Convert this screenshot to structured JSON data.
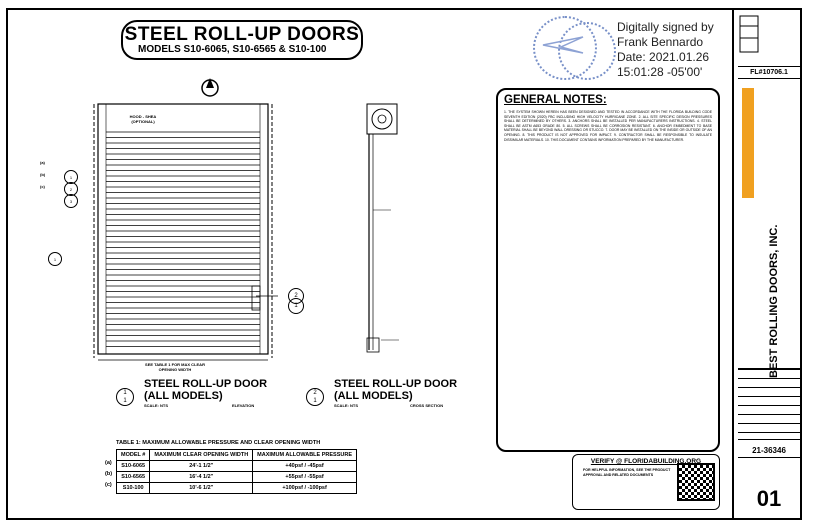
{
  "header": {
    "title": "STEEL ROLL-UP DOORS",
    "subtitle": "MODELS S10-6065, S10-6565 & S10-100"
  },
  "signature": {
    "line1": "Digitally signed by",
    "line2": "Frank Bennardo",
    "line3": "Date: 2021.01.26",
    "line4": "15:01:28 -05'00'"
  },
  "general_notes": {
    "heading": "GENERAL NOTES:",
    "body": "1. THE SYSTEM SHOWN HEREIN HAS BEEN DESIGNED AND TESTED IN ACCORDANCE WITH THE FLORIDA BUILDING CODE SEVENTH EDITION (2020) FBC INCLUDING HIGH VELOCITY HURRICANE ZONE. 2. ALL SITE SPECIFIC DESIGN PRESSURES SHALL BE DETERMINED BY OTHERS. 3. ANCHORS SHALL BE INSTALLED PER MANUFACTURERS INSTRUCTIONS. 4. STEEL SHALL BE ASTM A653 GRADE 80. 5. ALL SCREWS SHALL BE CORROSION RESISTANT. 6. ANCHOR EMBEDMENT TO BASE MATERIAL SHALL BE BEYOND WALL DRESSING OR STUCCO. 7. DOOR MAY BE INSTALLED ON THE INSIDE OR OUTSIDE OF AN OPENING. 8. THIS PRODUCT IS NOT APPROVED FOR IMPACT. 9. CONTRACTOR SHALL BE RESPONSIBLE TO INSULATE DISSIMILAR MATERIALS. 10. THIS DOCUMENT CONTAINS INFORMATION PREPARED BY THE MANUFACTURER."
  },
  "verify": {
    "heading": "VERIFY @ FLORIDABUILDING.ORG",
    "text": "FOR HELPFUL INFORMATION, SEE THE PRODUCT APPROVAL AND RELATED DOCUMENTS"
  },
  "title_block": {
    "fl_number": "FL#10706.1",
    "company": "BEST ROLLING DOORS, INC.",
    "project_no": "21-36346",
    "sheet": "01"
  },
  "views": {
    "elevation_title": "STEEL ROLL-UP DOOR (ALL MODELS)",
    "elevation_scale": "SCALE: NTS",
    "elevation_type": "ELEVATION",
    "elevation_ref": "1",
    "elevation_sheet": "1",
    "section_title": "STEEL ROLL-UP DOOR (ALL MODELS)",
    "section_scale": "SCALE: NTS",
    "section_type": "CROSS SECTION",
    "section_ref": "2",
    "section_sheet": "1",
    "hood_note": "HOOD - SHEA (OPTIONAL)",
    "clear_opening_note": "SEE TABLE 1 FOR MAX CLEAR OPENING WIDTH"
  },
  "pressure_table": {
    "caption": "TABLE 1: MAXIMUM ALLOWABLE PRESSURE AND CLEAR OPENING WIDTH",
    "headers": [
      "MODEL #",
      "MAXIMUM CLEAR OPENING WIDTH",
      "MAXIMUM ALLOWABLE PRESSURE"
    ],
    "rows": [
      {
        "tag": "(a)",
        "model": "S10-6065",
        "width": "24'-1 1/2\"",
        "pressure": "+40psf / -45psf"
      },
      {
        "tag": "(b)",
        "model": "S10-6565",
        "width": "16'-4 1/2\"",
        "pressure": "+55psf / -55psf"
      },
      {
        "tag": "(c)",
        "model": "S10-100",
        "width": "10'-6 1/2\"",
        "pressure": "+100psf / -100psf"
      }
    ]
  },
  "callouts": {
    "a": "(a)",
    "b": "(b)",
    "c": "(c)",
    "left_bubbles": [
      "1",
      "2",
      "3"
    ],
    "right_bubble_top": "2",
    "right_bubble_bottom": "1"
  }
}
